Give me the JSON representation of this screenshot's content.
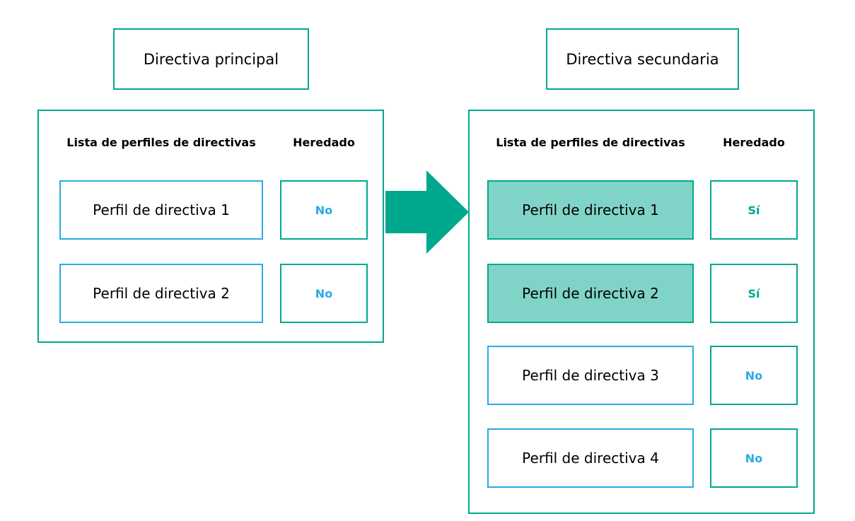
{
  "diagram": {
    "main_policy": {
      "title": "Directiva principal",
      "columns": {
        "profiles": "Lista de perfiles de directivas",
        "inherited": "Heredado"
      },
      "rows": [
        {
          "profile": "Perfil de directiva 1",
          "inherited": "No",
          "highlighted": false
        },
        {
          "profile": "Perfil de directiva 2",
          "inherited": "No",
          "highlighted": false
        }
      ]
    },
    "secondary_policy": {
      "title": "Directiva secundaria",
      "columns": {
        "profiles": "Lista de perfiles de directivas",
        "inherited": "Heredado"
      },
      "rows": [
        {
          "profile": "Perfil de directiva 1",
          "inherited": "Sí",
          "highlighted": true
        },
        {
          "profile": "Perfil de directiva 2",
          "inherited": "Sí",
          "highlighted": true
        },
        {
          "profile": "Perfil de directiva 3",
          "inherited": "No",
          "highlighted": false
        },
        {
          "profile": "Perfil de directiva 4",
          "inherited": "No",
          "highlighted": false
        }
      ]
    },
    "arrow": {
      "direction": "right"
    },
    "colors": {
      "teal": "#00a88e",
      "teal_highlight_fill": "#80d4c7",
      "blue": "#29abe2"
    }
  }
}
